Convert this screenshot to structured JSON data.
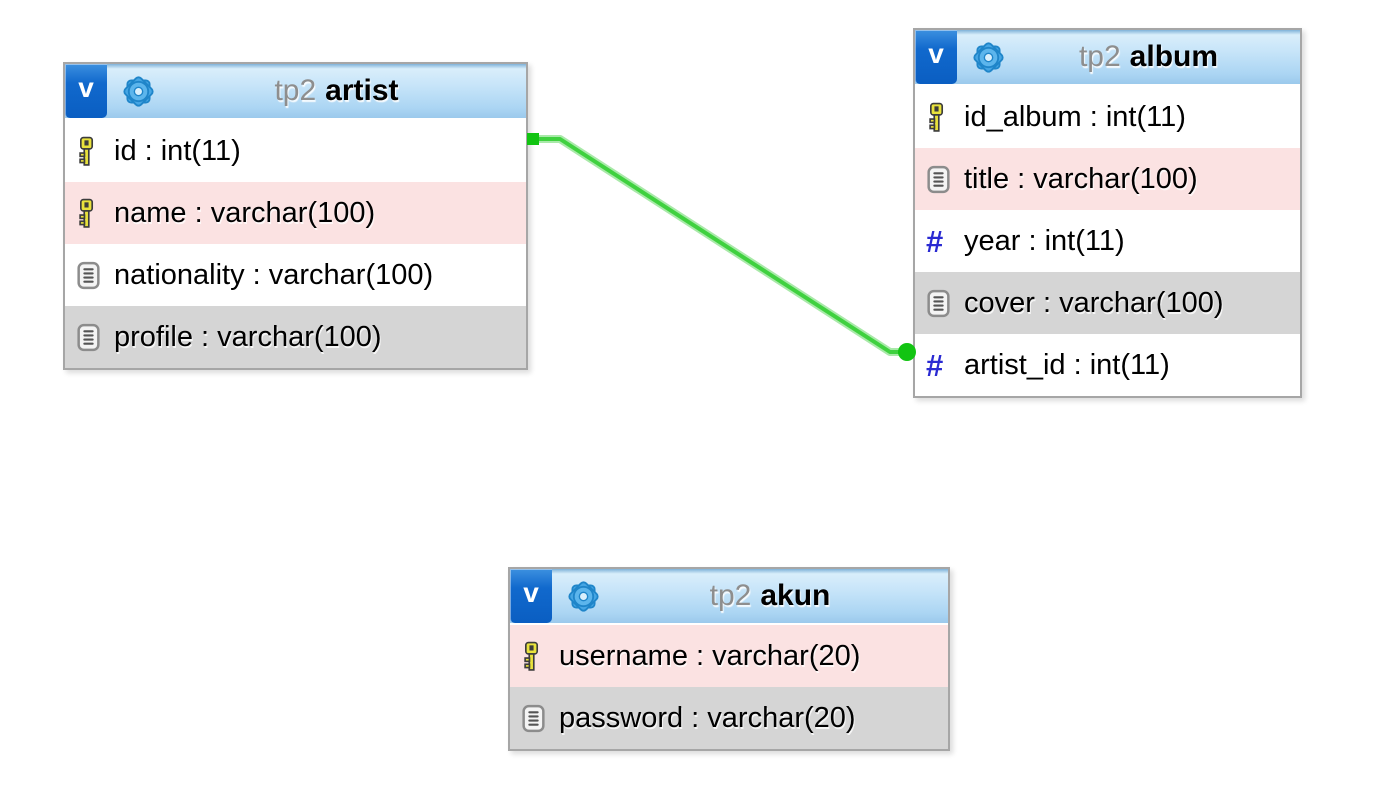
{
  "tables": [
    {
      "schema": "tp2",
      "name": "artist",
      "collapse_button": "v",
      "fields": [
        {
          "label": "id : int(11)",
          "icon": "primary-key-icon"
        },
        {
          "label": "name : varchar(100)",
          "icon": "primary-key-icon"
        },
        {
          "label": "nationality : varchar(100)",
          "icon": "text-field-icon"
        },
        {
          "label": "profile : varchar(100)",
          "icon": "text-field-icon"
        }
      ]
    },
    {
      "schema": "tp2",
      "name": "album",
      "collapse_button": "v",
      "fields": [
        {
          "label": "id_album : int(11)",
          "icon": "primary-key-icon"
        },
        {
          "label": "title : varchar(100)",
          "icon": "text-field-icon"
        },
        {
          "label": "year : int(11)",
          "icon": "numeric-field-icon"
        },
        {
          "label": "cover : varchar(100)",
          "icon": "text-field-icon"
        },
        {
          "label": "artist_id : int(11)",
          "icon": "numeric-field-icon"
        }
      ]
    },
    {
      "schema": "tp2",
      "name": "akun",
      "collapse_button": "v",
      "fields": [
        {
          "label": "username : varchar(20)",
          "icon": "primary-key-icon"
        },
        {
          "label": "password : varchar(20)",
          "icon": "text-field-icon"
        }
      ]
    }
  ],
  "glyphs": {
    "numeric": "#"
  },
  "relation": {
    "from_table": "artist",
    "from_field": "id",
    "to_table": "album",
    "to_field": "artist_id"
  },
  "colors": {
    "relation_green": "#3fd13f",
    "relation_marker_green": "#12c412",
    "row_pink": "#fbe2e2",
    "row_gray": "#d5d5d5",
    "header_blue_top": "#d9eefb",
    "header_blue_bottom": "#9bc9ec",
    "v_button_blue": "#0d68cd",
    "numeric_icon_blue": "#2a2ad2",
    "schema_text_gray": "#8e8e8e"
  }
}
